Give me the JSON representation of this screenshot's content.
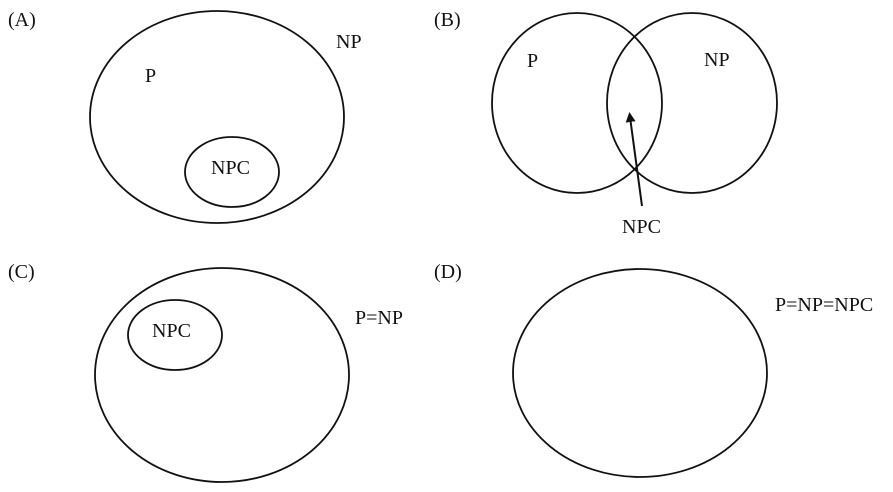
{
  "panels": {
    "a": {
      "tag": "(A)",
      "outer_label": "NP",
      "inner_label_p": "P",
      "inner_label_npc": "NPC"
    },
    "b": {
      "tag": "(B)",
      "left_label": "P",
      "right_label": "NP",
      "overlap_label": "NPC"
    },
    "c": {
      "tag": "(C)",
      "outer_label": "P=NP",
      "inner_label_npc": "NPC"
    },
    "d": {
      "tag": "(D)",
      "outer_label": "P=NP=NPC"
    }
  }
}
